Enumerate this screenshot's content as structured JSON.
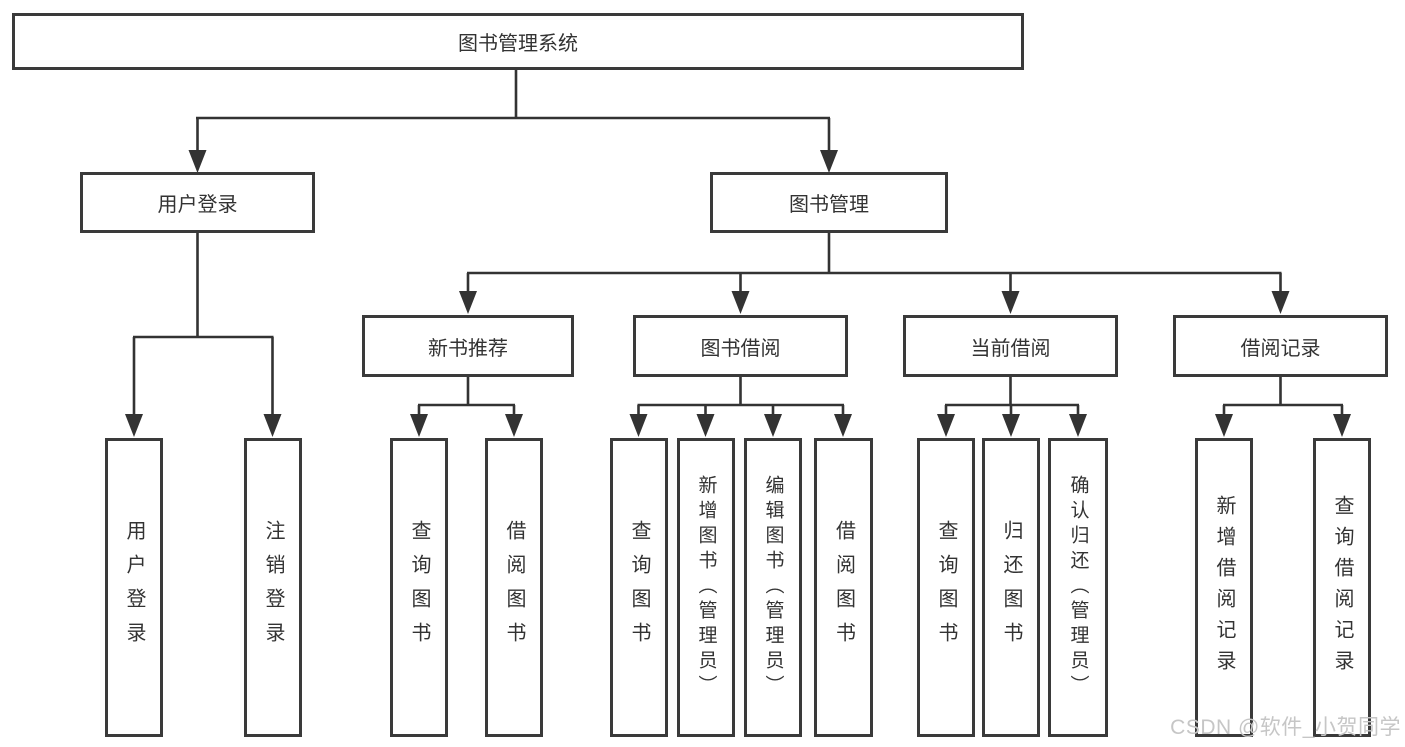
{
  "diagram": {
    "root": {
      "label": "图书管理系统",
      "children": [
        {
          "label": "用户登录",
          "children": [
            {
              "label": "用户登录"
            },
            {
              "label": "注销登录"
            }
          ]
        },
        {
          "label": "图书管理",
          "children": [
            {
              "label": "新书推荐",
              "children": [
                {
                  "label": "查询图书"
                },
                {
                  "label": "借阅图书"
                }
              ]
            },
            {
              "label": "图书借阅",
              "children": [
                {
                  "label": "查询图书"
                },
                {
                  "label": "新增图书（管理员）"
                },
                {
                  "label": "编辑图书（管理员）"
                },
                {
                  "label": "借阅图书"
                }
              ]
            },
            {
              "label": "当前借阅",
              "children": [
                {
                  "label": "查询图书"
                },
                {
                  "label": "归还图书"
                },
                {
                  "label": "确认归还（管理员）"
                }
              ]
            },
            {
              "label": "借阅记录",
              "children": [
                {
                  "label": "新增借阅记录"
                },
                {
                  "label": "查询借阅记录"
                }
              ]
            }
          ]
        }
      ]
    },
    "watermark": "CSDN @软件_小贺同学",
    "colors": {
      "line": "#333333",
      "box_border": "#3a3a3a",
      "text": "#333333",
      "background": "#ffffff",
      "watermark": "#c6c6c6"
    }
  }
}
